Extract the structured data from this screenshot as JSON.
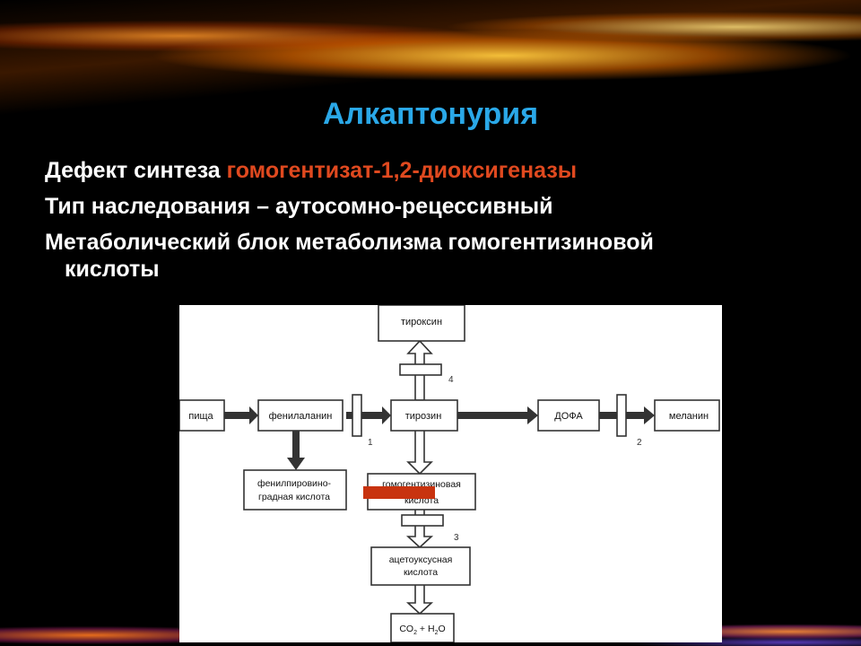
{
  "slide": {
    "title": "Алкаптонурия",
    "bullets": [
      {
        "prefix": "Дефект синтеза ",
        "accent": "гомогентизат-1,2-диоксигеназы",
        "accent_color": "#e0491f"
      },
      {
        "text": "Тип наследования – аутосомно-рецессивный"
      },
      {
        "text": "Метаболический блок метаболизма гомогентизиновой",
        "continuation": "кислоты"
      }
    ],
    "title_color": "#2aa8e8"
  },
  "diagram": {
    "nodes": {
      "food": "пища",
      "phenylalanine": "фенилаланин",
      "tyrosine": "тирозин",
      "dopa": "ДОФА",
      "melanin": "меланин",
      "thyroxine": "тироксин",
      "phenylpyruvic_line1": "фенилпировино-",
      "phenylpyruvic_line2": "градная кислота",
      "homogentisic_line1": "гомогентизиновая",
      "homogentisic_line2": "кислота",
      "acetoacetic_line1": "ацетоуксусная",
      "acetoacetic_line2": "кислота",
      "co2": "CO",
      "co2_sub": "2",
      "plus_h": " + H",
      "h2o_sub": "2",
      "h2o_o": "O"
    },
    "block_numbers": {
      "block1": "1",
      "block2": "2",
      "block3": "3",
      "block4": "4"
    },
    "highlight_color": "#c8330f"
  }
}
